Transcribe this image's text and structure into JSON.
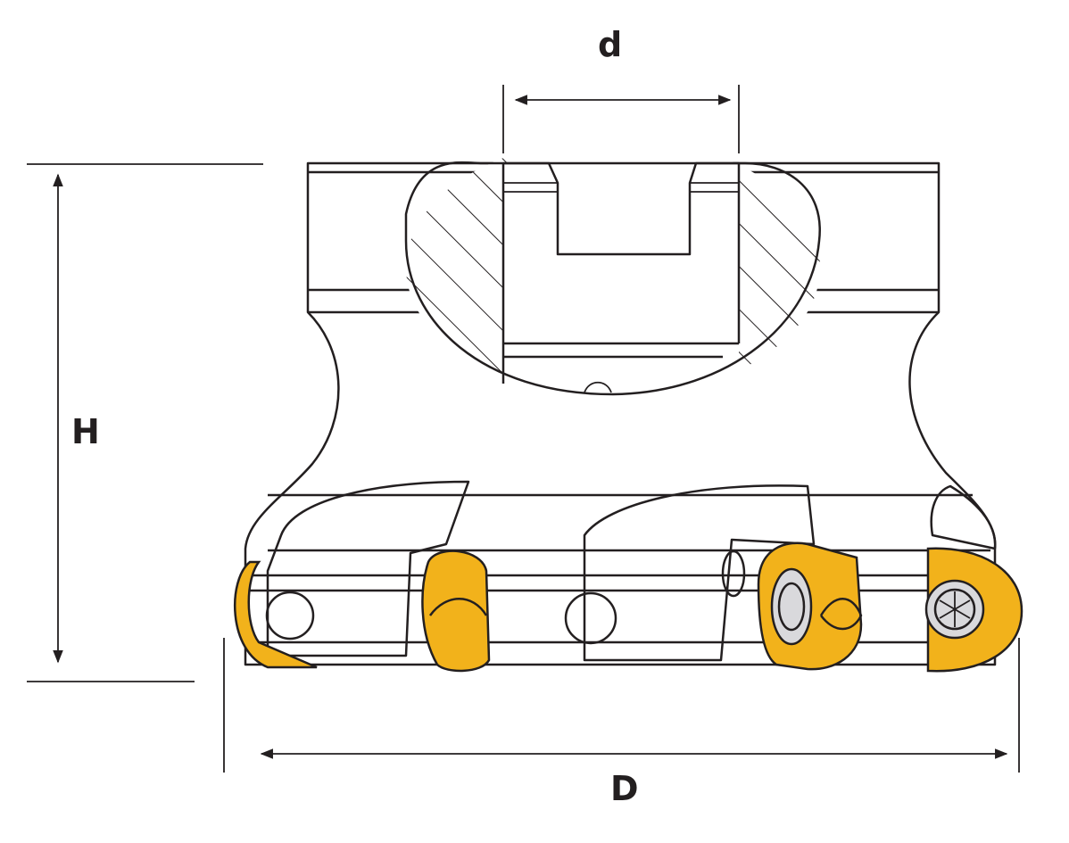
{
  "dimensions": {
    "bore_diameter_label": "d",
    "height_label": "H",
    "cutter_diameter_label": "D"
  },
  "colors": {
    "insert": "#f2b21b",
    "line": "#231f20"
  }
}
